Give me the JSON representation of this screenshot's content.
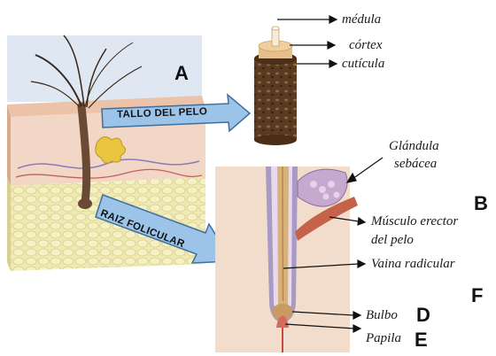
{
  "labels": {
    "medula": "médula",
    "cortex": "córtex",
    "cuticula": "cutícula",
    "glandula_l1": "Glándula",
    "glandula_l2": "sebácea",
    "musculo_l1": "Músculo erector",
    "musculo_l2": "del pelo",
    "vaina": "Vaina radicular",
    "bulbo": "Bulbo",
    "papila": "Papila"
  },
  "letters": {
    "a": "A",
    "b": "B",
    "d": "D",
    "e": "E",
    "f": "F"
  },
  "banners": {
    "tallo": "TALLO DEL PELO",
    "raiz": "RAIZ FOLICULAR"
  },
  "colors": {
    "banner_fill": "#9cc4e8",
    "banner_stroke": "#3f6f9c",
    "shaft_brown": "#5a3b22",
    "cortex_tan": "#e6bf8c",
    "dermis_pink": "#f2dccc",
    "follicle_purple": "#a99ac2",
    "muscle_red": "#c4634a",
    "fat_yellow": "#e9e4a6"
  }
}
